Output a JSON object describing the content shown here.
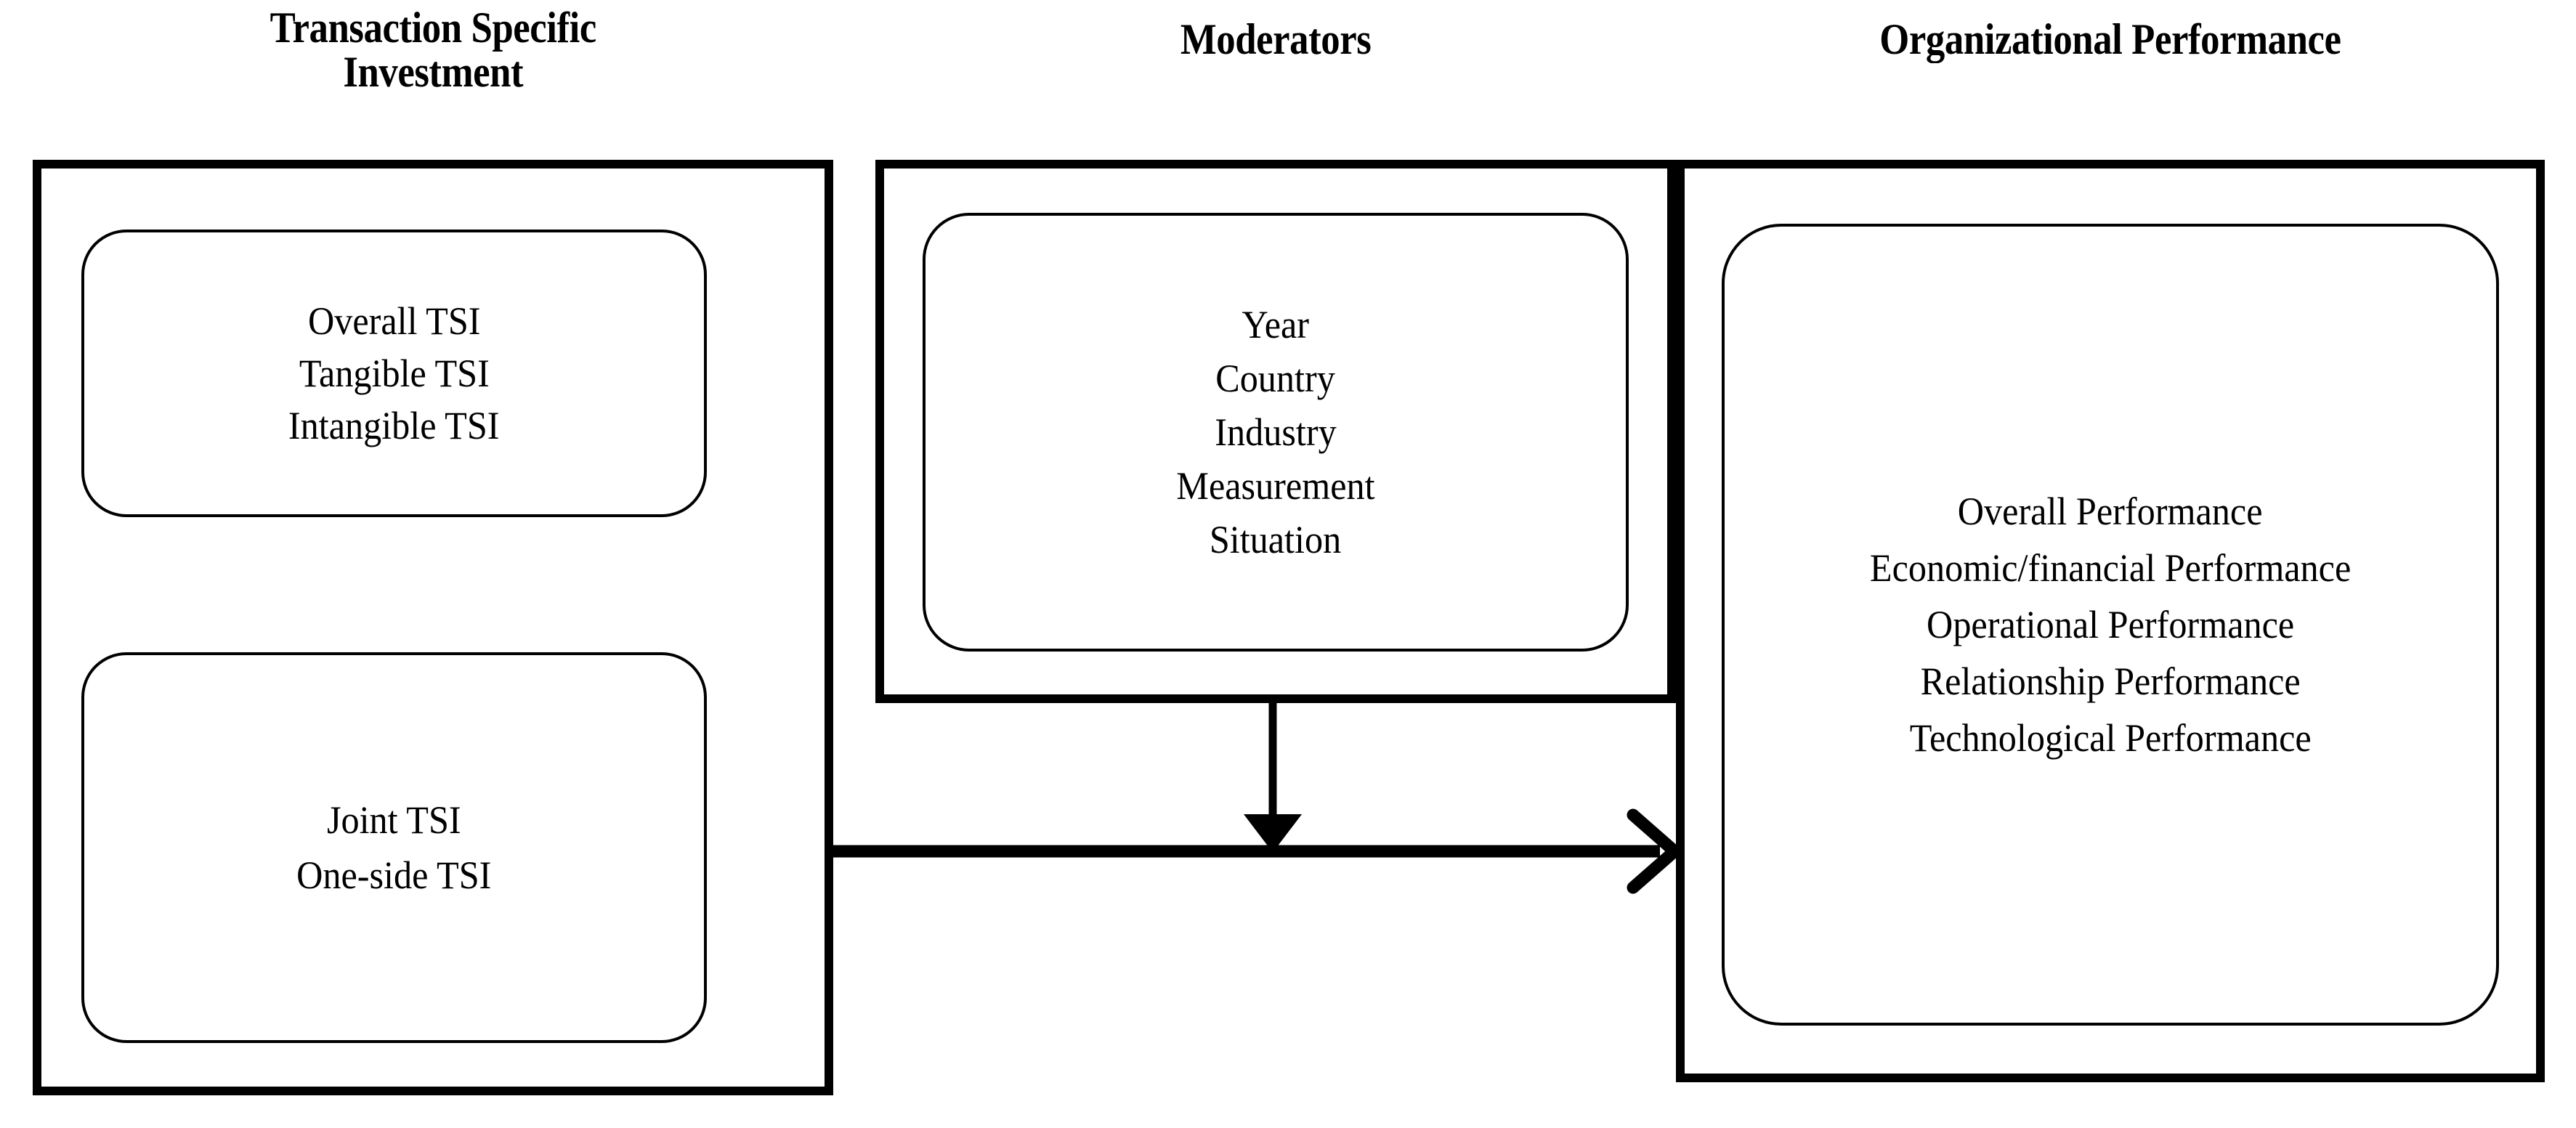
{
  "diagram": {
    "title_left": "Transaction Specific\nInvestment",
    "title_middle": "Moderators",
    "title_right": "Organizational Performance",
    "colors": {
      "stroke": "#000000",
      "background": "#ffffff",
      "text": "#000000"
    },
    "columns": {
      "left": {
        "heading": "Transaction Specific Investment",
        "groups": [
          {
            "name": "tsi-types",
            "items": [
              "Overall TSI",
              "Tangible TSI",
              "Intangible TSI"
            ]
          },
          {
            "name": "tsi-parties",
            "items": [
              "Joint TSI",
              "One-side TSI"
            ]
          }
        ]
      },
      "middle": {
        "heading": "Moderators",
        "groups": [
          {
            "name": "moderator-variables",
            "items": [
              "Year",
              "Country",
              "Industry",
              "Measurement",
              "Situation"
            ]
          }
        ]
      },
      "right": {
        "heading": "Organizational Performance",
        "groups": [
          {
            "name": "performance-dimensions",
            "items": [
              "Overall Performance",
              "Economic/financial Performance",
              "Operational Performance",
              "Relationship Performance",
              "Technological Performance"
            ]
          }
        ]
      }
    },
    "connectors": [
      {
        "name": "main-effect-arrow",
        "from": "Transaction Specific Investment",
        "to": "Organizational Performance",
        "style": "horizontal-open-arrowhead"
      },
      {
        "name": "moderation-arrow",
        "from": "Moderators",
        "to": "main-effect-arrow",
        "style": "vertical-filled-arrowhead"
      }
    ]
  }
}
